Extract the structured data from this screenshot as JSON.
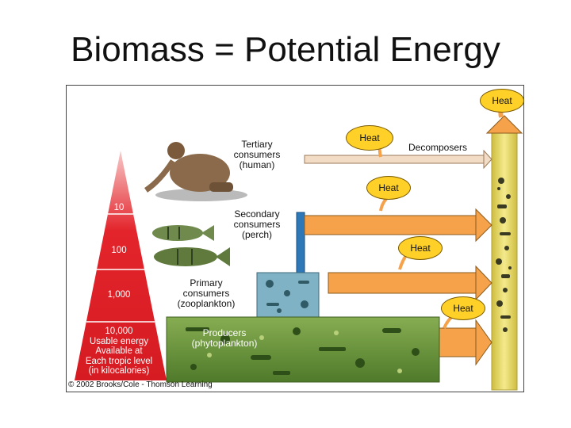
{
  "title": "Biomass = Potential Energy",
  "levels": {
    "tertiary": "Tertiary\nconsumers\n(human)",
    "secondary": "Secondary\nconsumers\n(perch)",
    "primary": "Primary\nconsumers\n(zooplankton)",
    "producers": "Producers\n(phytoplankton)",
    "decomposers": "Decomposers"
  },
  "pyramid": {
    "v10": "10",
    "v100": "100",
    "v1000": "1,000",
    "v10000": "10,000\nUsable energy\nAvailable at\nEach tropic level\n(in kilocalories)"
  },
  "heat_label": "Heat",
  "copyright": "© 2002 Brooks/Cole - Thomson Learning",
  "colors": {
    "pyramid_red": "#e3242b",
    "arrow_orange": "#f5a24a",
    "decomposer_arrow": "#f2dcc6",
    "column_yellow": "#e9dc6a",
    "heat_yellow": "#ffd028",
    "producers_green": "#6f9a3e",
    "water_blue": "#2e78b8"
  }
}
